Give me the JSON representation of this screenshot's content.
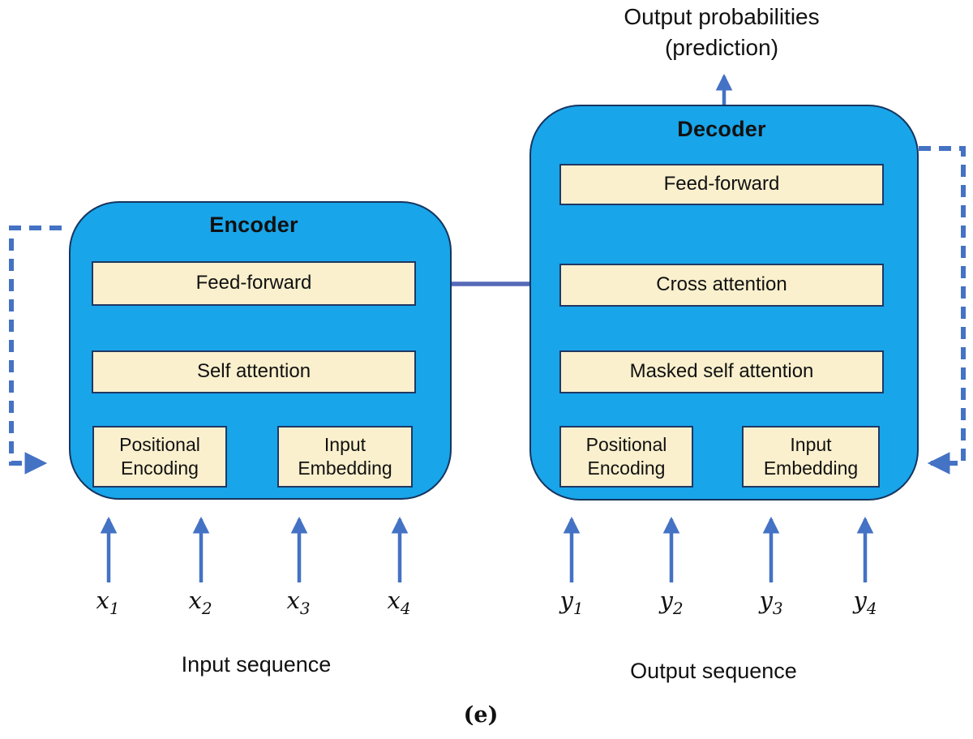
{
  "figure": {
    "output_label_line1": "Output probabilities",
    "output_label_line2": "(prediction)",
    "caption": "(e)"
  },
  "encoder": {
    "title": "Encoder",
    "feed_forward": "Feed-forward",
    "self_attention": "Self attention",
    "positional_encoding_line1": "Positional",
    "positional_encoding_line2": "Encoding",
    "input_embedding_line1": "Input",
    "input_embedding_line2": "Embedding"
  },
  "decoder": {
    "title": "Decoder",
    "feed_forward": "Feed-forward",
    "cross_attention": "Cross attention",
    "masked_self_attention": "Masked self attention",
    "positional_encoding_line1": "Positional",
    "positional_encoding_line2": "Encoding",
    "input_embedding_line1": "Input",
    "input_embedding_line2": "Embedding"
  },
  "input_sequence": {
    "label": "Input sequence",
    "tokens": [
      {
        "base": "x",
        "sub": "1"
      },
      {
        "base": "x",
        "sub": "2"
      },
      {
        "base": "x",
        "sub": "3"
      },
      {
        "base": "x",
        "sub": "4"
      }
    ]
  },
  "output_sequence": {
    "label": "Output sequence",
    "tokens": [
      {
        "base": "y",
        "sub": "1"
      },
      {
        "base": "y",
        "sub": "2"
      },
      {
        "base": "y",
        "sub": "3"
      },
      {
        "base": "y",
        "sub": "4"
      }
    ]
  },
  "colors": {
    "block_fill": "#18A5EA",
    "block_border": "#16355F",
    "box_fill": "#FAF0CD",
    "box_border": "#1F3864",
    "yellow_arrow": "#EFCE54",
    "blue_arrow": "#4472C4",
    "connector_arrow": "#5569B8",
    "text": "#111111"
  }
}
